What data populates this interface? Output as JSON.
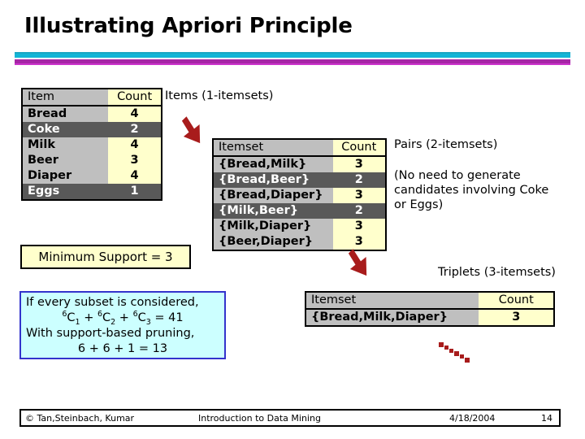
{
  "slide": {
    "title": "Illustrating Apriori Principle",
    "accent_cyan": "#13b5d6",
    "accent_magenta": "#a626a6",
    "highlight_yellow": "#ffffcc",
    "pruned_gray": "#595959",
    "header_gray": "#bfbfbf",
    "arrow_red": "#a81c1c",
    "pruning_box_bg": "#ccffff",
    "pruning_box_border": "#3333cc"
  },
  "items_table": {
    "name": "Items (1-itemsets)",
    "columns": [
      "Item",
      "Count"
    ],
    "rows": [
      {
        "item": "Bread",
        "count": "4",
        "pruned": false
      },
      {
        "item": "Coke",
        "count": "2",
        "pruned": true
      },
      {
        "item": "Milk",
        "count": "4",
        "pruned": false
      },
      {
        "item": "Beer",
        "count": "3",
        "pruned": false
      },
      {
        "item": "Diaper",
        "count": "4",
        "pruned": false
      },
      {
        "item": "Eggs",
        "count": "1",
        "pruned": true
      }
    ]
  },
  "pairs_table": {
    "name": "Pairs (2-itemsets)",
    "columns": [
      "Itemset",
      "Count"
    ],
    "rows": [
      {
        "item": "{Bread,Milk}",
        "count": "3",
        "pruned": false
      },
      {
        "item": "{Bread,Beer}",
        "count": "2",
        "pruned": true
      },
      {
        "item": "{Bread,Diaper}",
        "count": "3",
        "pruned": false
      },
      {
        "item": "{Milk,Beer}",
        "count": "2",
        "pruned": true
      },
      {
        "item": "{Milk,Diaper}",
        "count": "3",
        "pruned": false
      },
      {
        "item": "{Beer,Diaper}",
        "count": "3",
        "pruned": false
      }
    ]
  },
  "triplets_table": {
    "name": "Triplets (3-itemsets)",
    "columns": [
      "Itemset",
      "Count"
    ],
    "rows": [
      {
        "item": "{Bread,Milk,Diaper}",
        "count": "3",
        "pruned": false
      }
    ]
  },
  "labels": {
    "items": "Items (1-itemsets)",
    "pairs": "Pairs (2-itemsets)",
    "triplets": "Triplets (3-itemsets)",
    "coke_note_line1": "(No need to generate",
    "coke_note_line2": "candidates involving Coke",
    "coke_note_line3": "or Eggs)"
  },
  "min_support": {
    "text": "Minimum Support = 3",
    "value": 3
  },
  "pruning_box": {
    "line1": "If every subset is considered,",
    "formula": {
      "base": "6",
      "c": "C",
      "sub1": "1",
      "sub2": "2",
      "sub3": "3",
      "plus": "+",
      "equals": "=",
      "total": "41"
    },
    "line3": "With support-based pruning,",
    "line4": "6 + 6 + 1 = 13"
  },
  "footer": {
    "copyright": "© Tan,Steinbach, Kumar",
    "book_title": "Introduction to Data Mining",
    "date": "4/18/2004",
    "page_number": "14"
  },
  "icons": {
    "arrow_down_right": "red-down-right-arrow-icon",
    "dotted_trail": "dotted-diagonal-trail-icon"
  }
}
